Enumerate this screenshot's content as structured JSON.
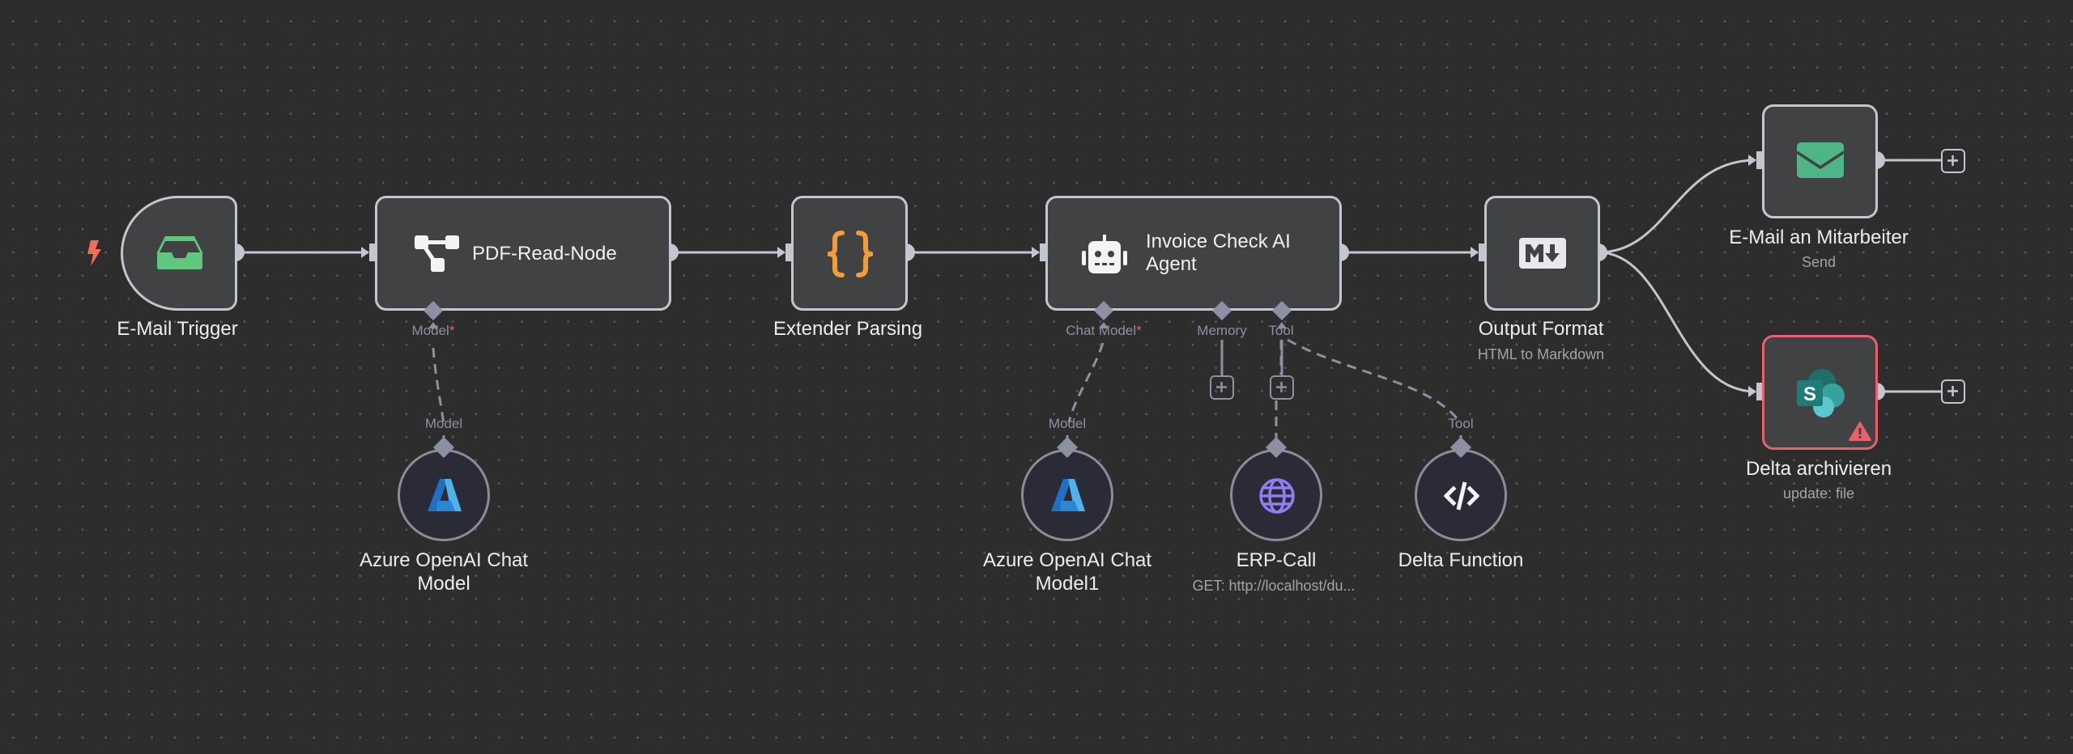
{
  "canvas": {
    "colors": {
      "background": "#2d2d2d",
      "node_fill": "#414244",
      "node_border": "#c3c5cf",
      "error_border": "#e8606a",
      "sub_node_fill": "#2b2b37",
      "sub_node_border": "#8c8c97",
      "port_label": "#8d8fa3",
      "trigger_bolt": "#f06e57"
    }
  },
  "nodes": {
    "email_trigger": {
      "title": "E-Mail Trigger",
      "icon": "inbox-icon",
      "icon_color": "#62c77e"
    },
    "pdf_read": {
      "title": "PDF-Read-Node",
      "icon": "workflow-icon",
      "port_label": "Model",
      "port_required": "*"
    },
    "extender_parsing": {
      "title": "Extender Parsing",
      "icon": "curly-braces-icon",
      "icon_color": "#f29d37"
    },
    "ai_agent": {
      "title_line1": "Invoice Check AI",
      "title_line2": "Agent",
      "icon": "robot-icon",
      "ports": [
        {
          "label": "Chat Model",
          "required": "*"
        },
        {
          "label": "Memory",
          "required": ""
        },
        {
          "label": "Tool",
          "required": ""
        }
      ]
    },
    "output_format": {
      "title": "Output Format",
      "subtitle": "HTML to Markdown",
      "icon": "markdown-icon"
    },
    "email_employee": {
      "title": "E-Mail an Mitarbeiter",
      "subtitle": "Send",
      "icon": "envelope-icon",
      "icon_color": "#4eb587"
    },
    "delta_archive": {
      "title": "Delta archivieren",
      "subtitle": "update: file",
      "icon": "sharepoint-icon",
      "status": "warning-icon"
    }
  },
  "sub_nodes": {
    "azure_chat_1": {
      "title_line1": "Azure OpenAI Chat",
      "title_line2": "Model",
      "port_label": "Model",
      "icon": "azure-icon"
    },
    "azure_chat_2": {
      "title_line1": "Azure OpenAI Chat",
      "title_line2": "Model1",
      "port_label": "Model",
      "icon": "azure-icon"
    },
    "erp_call": {
      "title": "ERP-Call",
      "subtitle": "GET: http://localhost/du...",
      "icon": "globe-icon",
      "icon_color": "#8f7ef0"
    },
    "delta_function": {
      "title": "Delta Function",
      "port_label": "Tool",
      "icon": "code-icon"
    }
  },
  "add_buttons": {
    "symbol": "+"
  }
}
